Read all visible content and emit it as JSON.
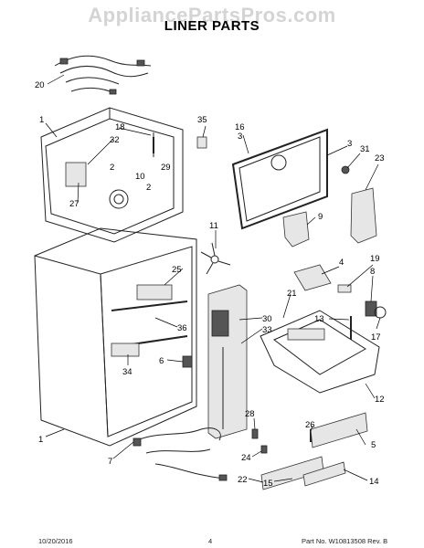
{
  "header": {
    "watermark": "AppliancePartsPros.com",
    "title": "LINER PARTS"
  },
  "footer": {
    "date": "10/20/2016",
    "page": "4",
    "part_no": "Part No.  W10813508  Rev. B"
  },
  "callouts": {
    "c1": "1",
    "c1b": "1",
    "c2": "2",
    "c2b": "2",
    "c3": "3",
    "c3b": "3",
    "c4": "4",
    "c5": "5",
    "c6": "6",
    "c7": "7",
    "c8": "8",
    "c9": "9",
    "c10": "10",
    "c11": "11",
    "c12": "12",
    "c13": "13",
    "c14": "14",
    "c15": "15",
    "c16": "16",
    "c17": "17",
    "c18": "18",
    "c19": "19",
    "c20": "20",
    "c21": "21",
    "c22": "22",
    "c23": "23",
    "c24": "24",
    "c25": "25",
    "c26": "26",
    "c27": "27",
    "c28": "28",
    "c29": "29",
    "c30": "30",
    "c31": "31",
    "c32": "32",
    "c33": "33",
    "c34": "34",
    "c35": "35",
    "c36": "36"
  }
}
